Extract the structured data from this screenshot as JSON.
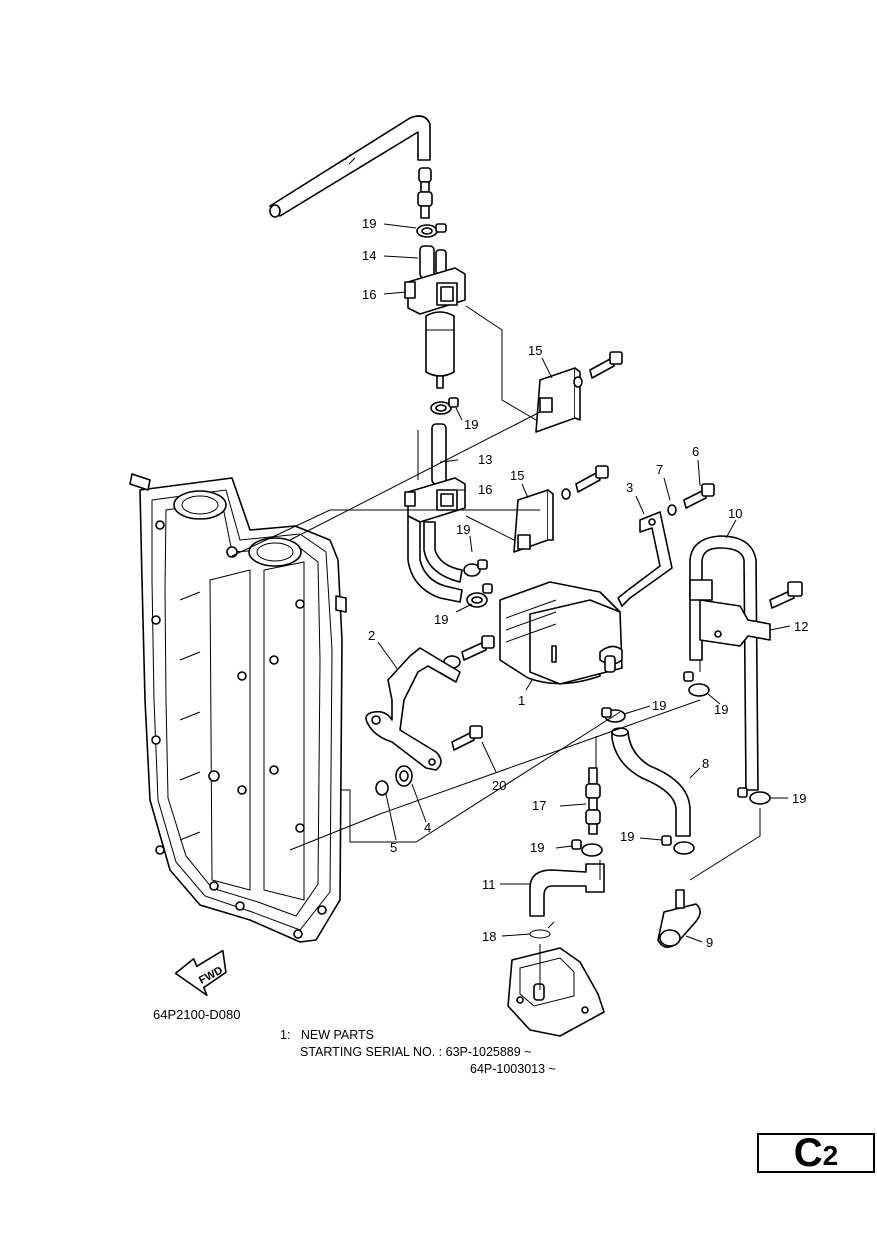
{
  "labels": {
    "p1": "1",
    "p2": "2",
    "p3": "3",
    "p4": "4",
    "p5": "5",
    "p6": "6",
    "p7": "7",
    "p8": "8",
    "p9": "9",
    "p10": "10",
    "p11": "11",
    "p12": "12",
    "p13": "13",
    "p14": "14",
    "p15": "15",
    "p16": "16",
    "p17": "17",
    "p18": "18",
    "p19": "19",
    "p20": "20"
  },
  "fwd_label": "FWD",
  "diagram_code": "64P2100-D080",
  "notes": {
    "line1": "1:   NEW PARTS",
    "line2": "STARTING SERIAL NO. : 63P-1025889 ~",
    "line3": "64P-1003013 ~"
  },
  "page_id": {
    "main": "C",
    "sub": "2"
  }
}
